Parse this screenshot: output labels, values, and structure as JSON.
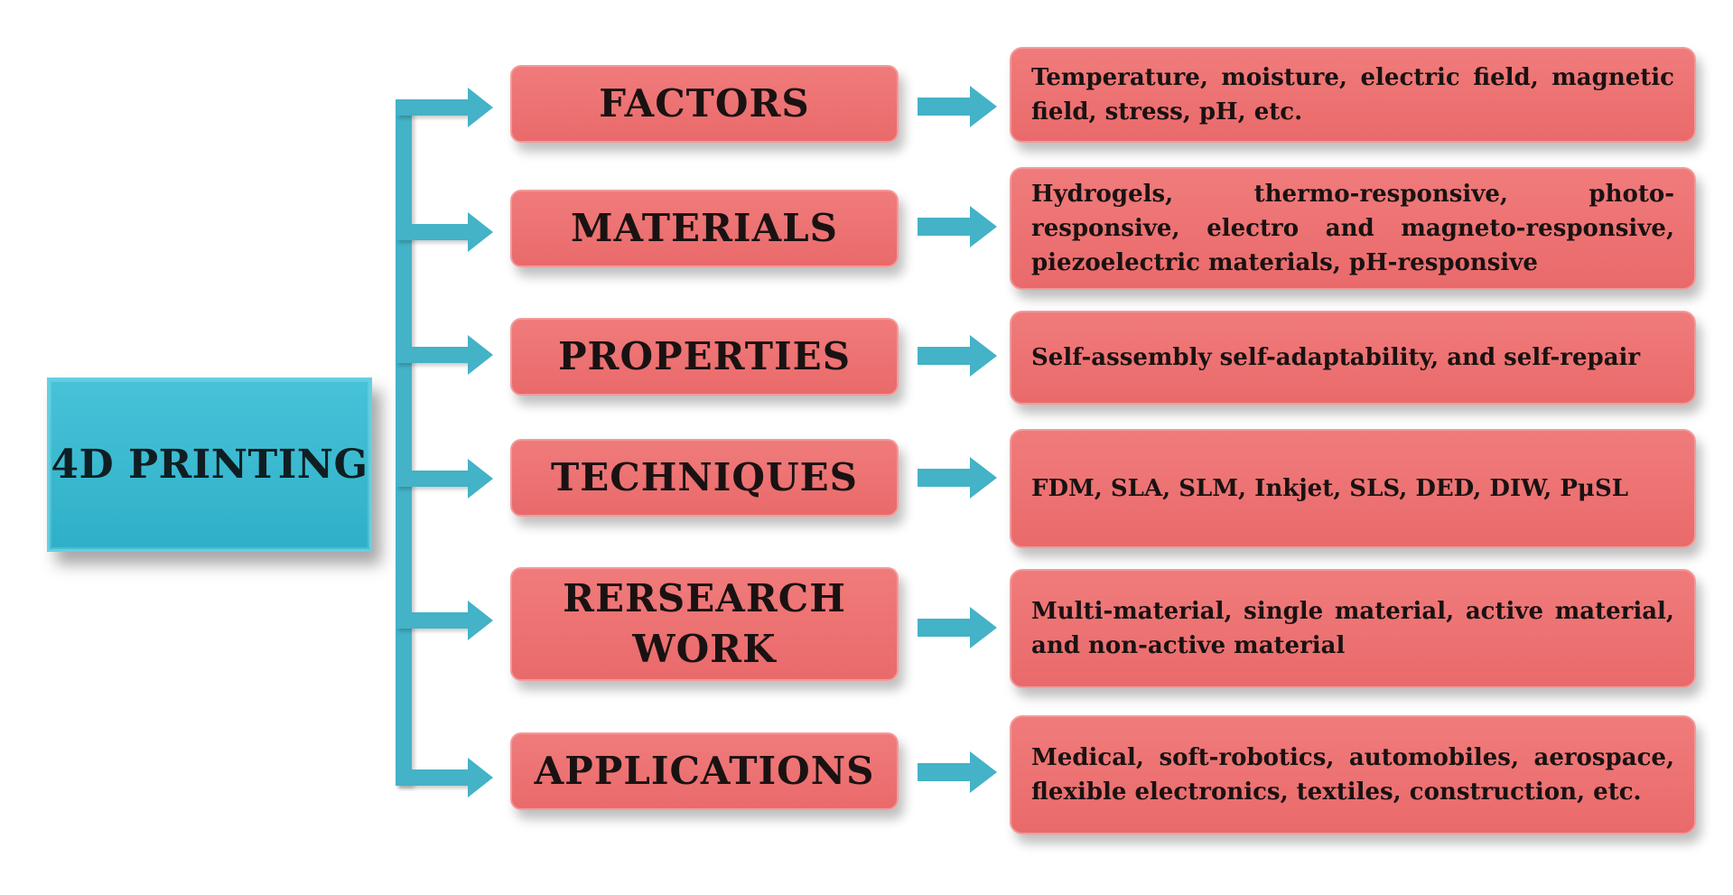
{
  "root": {
    "label": "4D PRINTING"
  },
  "categories": [
    {
      "label": "FACTORS",
      "description": "Temperature, moisture, electric field, magnetic field, stress, pH, etc."
    },
    {
      "label": "MATERIALS",
      "description": "Hydrogels, thermo-responsive, photo-responsive, electro and magneto-responsive, piezoelectric materials, pH-responsive"
    },
    {
      "label": "PROPERTIES",
      "description": "Self-assembly self-adaptability, and self-repair"
    },
    {
      "label": "TECHNIQUES",
      "description": "FDM, SLA, SLM, Inkjet, SLS, DED, DIW, PμSL"
    },
    {
      "label_line1": "RERSEARCH",
      "label_line2": "WORK",
      "description": "Multi-material, single material, active material, and non-active material"
    },
    {
      "label": "APPLICATIONS",
      "description": "Medical, soft-robotics, automobiles, aerospace, flexible electronics, textiles, construction, etc."
    }
  ],
  "colors": {
    "root_fill": "#2fb0c8",
    "arrow": "#44b2c7",
    "box_fill": "#ea6a6b",
    "text": "#1a1212"
  }
}
